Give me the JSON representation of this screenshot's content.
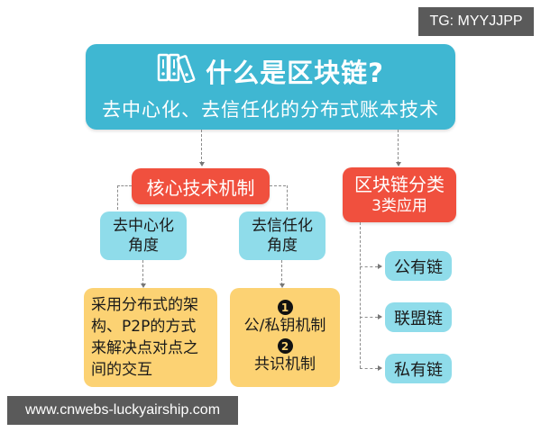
{
  "watermark_top": "TG: MYYJJPP",
  "watermark_bottom": "www.cnwebs-luckyairship.com",
  "header": {
    "icon": "binders-icon",
    "title": "什么是区块链?",
    "subtitle": "去中心化、去信任化的分布式账本技术"
  },
  "core": {
    "title": "核心技术机制",
    "branches": [
      {
        "line1": "去中心化",
        "line2": "角度",
        "detail": [
          "采用分布式的架",
          "构、P2P的方式",
          "来解决点对点之",
          "间的交互"
        ]
      },
      {
        "line1": "去信任化",
        "line2": "角度",
        "items": [
          {
            "num": "1",
            "label": "公/私钥机制"
          },
          {
            "num": "2",
            "label": "共识机制"
          }
        ]
      }
    ]
  },
  "classification": {
    "title": "区块链分类",
    "subtitle": "3类应用",
    "types": [
      "公有链",
      "联盟链",
      "私有链"
    ]
  },
  "colors": {
    "header": "#3fb7d2",
    "red": "#f0503e",
    "cyan": "#8fdcea",
    "yellow": "#fcd273"
  }
}
